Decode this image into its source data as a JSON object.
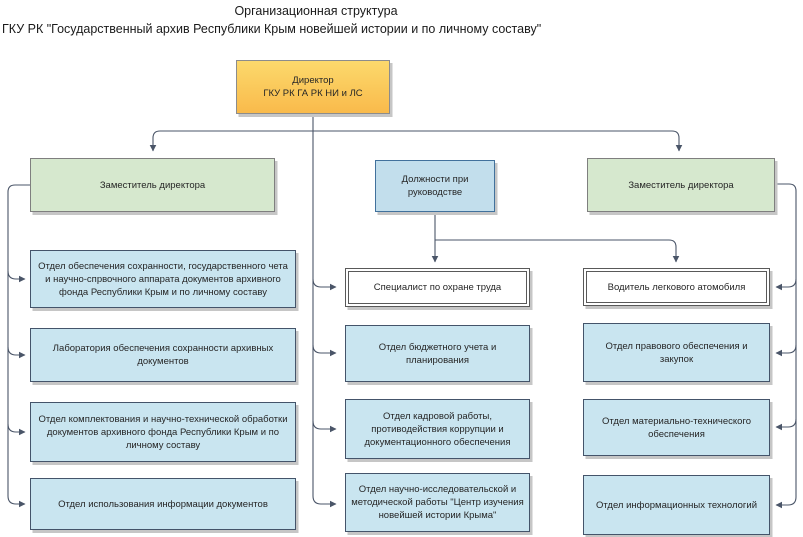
{
  "title": {
    "line1": "Организационная структура",
    "line2": "ГКУ РК \"Государственный архив Республики Крым новейшей истории и по личному составу\""
  },
  "org": {
    "director": {
      "line1": "Директор",
      "line2": "ГКУ РК ГА РК НИ и ЛС"
    },
    "deputy_left": "Заместитель директора",
    "management_positions": "Должности при руководстве",
    "deputy_right": "Заместитель директора",
    "left_units": [
      "Отдел обеспечения сохранности, государственного чета и научно-спрвочного аппарата документов архивного фонда Республики Крым и по личному составу",
      "Лаборатория обеспечения сохранности архивных документов",
      "Отдел комплектования и научно-технической обработки документов архивного фонда Республики Крым и по личному составу",
      "Отдел использования информации документов"
    ],
    "middle_units": [
      "Специалист по охране труда",
      "Отдел бюджетного учета и планирования",
      "Отдел кадровой работы, противодействия коррупции и документационного обеспечения",
      "Отдел научно-исследовательской и методической работы \"Центр изучения новейшей истории Крыма\""
    ],
    "right_units": [
      "Водитель легкового атомобиля",
      "Отдел правового обеспечения и закупок",
      "Отдел материально-технического обеспечения",
      "Отдел информационных технологий"
    ]
  },
  "colors": {
    "director_top": "#FCD96C",
    "director_bottom": "#F9BA4B",
    "director_border": "#8C8C8C",
    "green_fill": "#D6E8CE",
    "green_border": "#7F7F7F",
    "blue_fill": "#C9E5F0",
    "header_blue_fill": "#C2DEEC",
    "header_blue_border": "#41719C",
    "unit_border": "#44546A",
    "white_fill": "#FFFFFF",
    "white_border": "#595959",
    "connector": "#4A5568",
    "shadow": "#C6C6C6"
  }
}
